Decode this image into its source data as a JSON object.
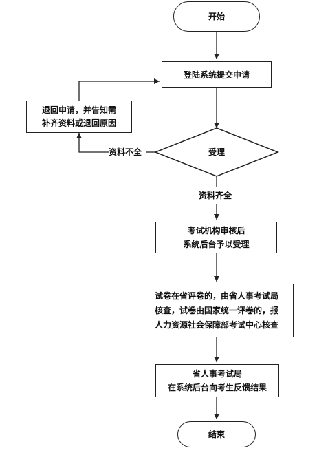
{
  "nodes": {
    "start": "开始",
    "submit": "登陆系统提交申请",
    "return": [
      "退回申请，并告知需",
      "补齐资料或退回原因"
    ],
    "accept": "受理",
    "review": [
      "考试机构审核后",
      "系统后台予以受理"
    ],
    "check": [
      "试卷在省评卷的，由省人事考试局",
      "核查，试卷由国家统一评卷的，报",
      "人力资源社会保障部考试中心核查"
    ],
    "feedback": [
      "省人事考试局",
      "在系统后台向考生反馈结果"
    ],
    "end": "结束"
  },
  "edges": {
    "incomplete": "资料不全",
    "complete": "资料齐全"
  }
}
